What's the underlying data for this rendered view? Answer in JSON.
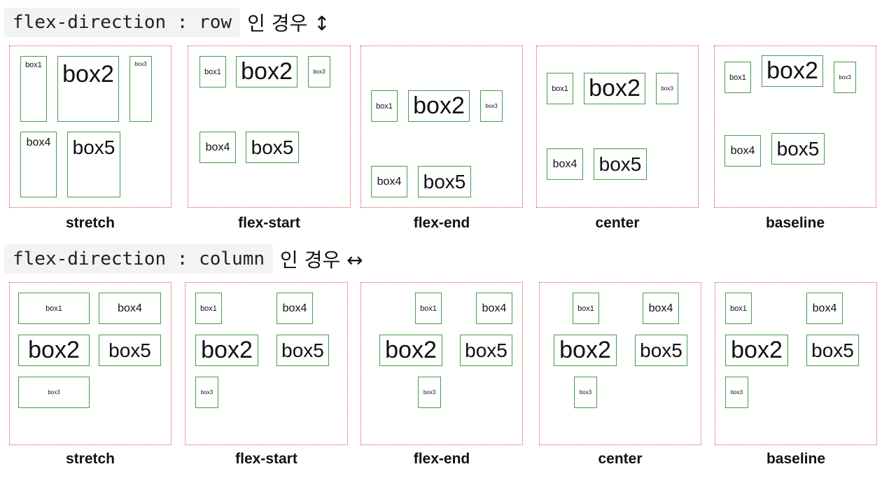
{
  "row_section": {
    "code": "flex-direction : row",
    "suffix": "인 경우 ↕",
    "panels": [
      {
        "caption": "stretch",
        "boxes": [
          "box1",
          "box2",
          "box3",
          "box4",
          "box5"
        ]
      },
      {
        "caption": "flex-start",
        "boxes": [
          "box1",
          "box2",
          "box3",
          "box4",
          "box5"
        ]
      },
      {
        "caption": "flex-end",
        "boxes": [
          "box1",
          "box2",
          "box3",
          "box4",
          "box5"
        ]
      },
      {
        "caption": "center",
        "boxes": [
          "box1",
          "box2",
          "box3",
          "box4",
          "box5"
        ]
      },
      {
        "caption": "baseline",
        "boxes": [
          "box1",
          "box2",
          "box3",
          "box4",
          "box5"
        ]
      }
    ]
  },
  "column_section": {
    "code": "flex-direction : column",
    "suffix": "인 경우 ↔",
    "panels": [
      {
        "caption": "stretch",
        "boxes": [
          "box1",
          "box2",
          "box3",
          "box4",
          "box5"
        ]
      },
      {
        "caption": "flex-start",
        "boxes": [
          "box1",
          "box2",
          "box3",
          "box4",
          "box5"
        ]
      },
      {
        "caption": "flex-end",
        "boxes": [
          "box1",
          "box2",
          "box3",
          "box4",
          "box5"
        ]
      },
      {
        "caption": "center",
        "boxes": [
          "box1",
          "box2",
          "box3",
          "box4",
          "box5"
        ]
      },
      {
        "caption": "baseline",
        "boxes": [
          "box1",
          "box2",
          "box3",
          "box4",
          "box5"
        ]
      }
    ]
  },
  "colors": {
    "panel_border": "#e0443a",
    "box_border": "#4c9a48",
    "code_bg": "#f3f3f3"
  }
}
